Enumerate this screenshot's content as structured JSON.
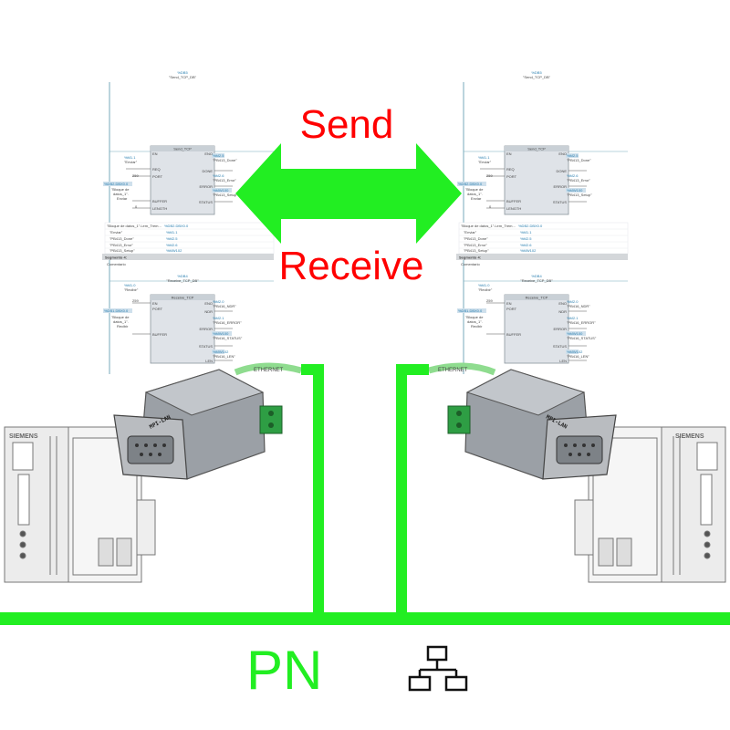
{
  "labels": {
    "send": "Send",
    "receive": "Receive",
    "network": "PN"
  },
  "colors": {
    "network_line": "#22ee22",
    "arrow": "#22ee22",
    "label_red": "#ff0000"
  },
  "icons": {
    "network": "network-topology-icon"
  },
  "left_program": {
    "send_block": {
      "instance": "%DB5",
      "instance_name": "\"Send_TCP_DB\"",
      "type": "Send_TCP",
      "en": "EN",
      "eno": "ENO",
      "req_tag": "%M1.1",
      "req_name": "\"Enviar\"",
      "req_pin": "REQ",
      "port_val": "259",
      "port_pin": "PORT",
      "buffer_addr": "%DB2.DBX0.0",
      "buffer_name1": "\"Bloque de",
      "buffer_name2": "datos_1\".",
      "buffer_name3": "Enviar",
      "buffer_pin": "BUFFER",
      "length_val": "0",
      "length_pin": "LENGTH",
      "done_pin": "DONE",
      "done_addr": "%M2.5",
      "done_name": "\"PB413_Done\"",
      "error_pin": "ERROR",
      "error_addr": "%M2.6",
      "error_name": "\"PB413_Error\"",
      "status_pin": "STATUS",
      "status_addr": "%MW100",
      "status_name": "\"PB413_Setup\""
    },
    "watch_table": {
      "header": "\"Bloque de datos_1\".Lem_Trem...",
      "header_addr": "%DB2.DBX0.0",
      "rows": [
        {
          "name": "\"Enviar\"",
          "addr": "%M1.1"
        },
        {
          "name": "\"PB413_Done\"",
          "addr": "%M2.5"
        },
        {
          "name": "\"PB413_Error\"",
          "addr": "%M2.6"
        },
        {
          "name": "\"PB413_Setup\"",
          "addr": "%MW102"
        }
      ]
    },
    "segment": {
      "title": "Segmento 4:",
      "comment": "Comentario"
    },
    "receive_block": {
      "instance": "%DB4",
      "instance_name": "\"Receive_TCP_DB\"",
      "type": "Receive_TCP",
      "en": "EN",
      "eno": "ENO",
      "en_tag": "%M1.0",
      "en_name": "\"Recibir\"",
      "port_val": "259",
      "port_pin": "PORT",
      "buffer_addr": "%DB1.DBX0.0",
      "buffer_name1": "\"Bloque de",
      "buffer_name2": "datos_1\".",
      "buffer_name3": "Recibir",
      "buffer_pin": "BUFFER",
      "ndr_pin": "NDR",
      "ndr_addr": "%M2.0",
      "ndr_name": "\"PB416_NDR\"",
      "error_pin": "ERROR",
      "error_addr": "%M2.1",
      "error_name": "\"PB416_ERROR\"",
      "status_pin": "STATUS",
      "status_addr": "%MW100",
      "status_name": "\"PB416_STATUS\"",
      "len_pin": "LEN",
      "len_addr": "%MW102",
      "len_name": "\"PB416_LEN\""
    }
  },
  "right_program": {
    "send_block": {
      "instance": "%DB5",
      "instance_name": "\"Send_TCP_DB\"",
      "type": "Send_TCP",
      "en": "EN",
      "eno": "ENO",
      "req_tag": "%M1.1",
      "req_name": "\"Enviar\"",
      "req_pin": "REQ",
      "port_val": "259",
      "port_pin": "PORT",
      "buffer_addr": "%DB2.DBX0.0",
      "buffer_name1": "\"Bloque de",
      "buffer_name2": "datos_1\".",
      "buffer_name3": "Enviar",
      "buffer_pin": "BUFFER",
      "length_val": "0",
      "length_pin": "LENGTH",
      "done_pin": "DONE",
      "done_addr": "%M2.5",
      "done_name": "\"PB413_Done\"",
      "error_pin": "ERROR",
      "error_addr": "%M2.6",
      "error_name": "\"PB413_Error\"",
      "status_pin": "STATUS",
      "status_addr": "%MW100",
      "status_name": "\"PB413_Setup\""
    },
    "watch_table": {
      "header": "\"Bloque de datos_1\".Lem_Trem...",
      "header_addr": "%DB2.DBX0.0",
      "rows": [
        {
          "name": "\"Enviar\"",
          "addr": "%M1.1"
        },
        {
          "name": "\"PB413_Done\"",
          "addr": "%M2.5"
        },
        {
          "name": "\"PB413_Error\"",
          "addr": "%M2.6"
        },
        {
          "name": "\"PB413_Setup\"",
          "addr": "%MW102"
        }
      ]
    },
    "segment": {
      "title": "Segmento 4:",
      "comment": "Comentario"
    },
    "receive_block": {
      "instance": "%DB4",
      "instance_name": "\"Receive_TCP_DB\"",
      "type": "Receive_TCP",
      "en": "EN",
      "eno": "ENO",
      "en_tag": "%M1.0",
      "en_name": "\"Recibir\"",
      "port_val": "259",
      "port_pin": "PORT",
      "buffer_addr": "%DB1.DBX0.0",
      "buffer_name1": "\"Bloque de",
      "buffer_name2": "datos_1\".",
      "buffer_name3": "Recibir",
      "buffer_pin": "BUFFER",
      "ndr_pin": "NDR",
      "ndr_addr": "%M2.0",
      "ndr_name": "\"PB416_NDR\"",
      "error_pin": "ERROR",
      "error_addr": "%M2.1",
      "error_name": "\"PB416_ERROR\"",
      "status_pin": "STATUS",
      "status_addr": "%MW100",
      "status_name": "\"PB416_STATUS\"",
      "len_pin": "LEN",
      "len_addr": "%MW102",
      "len_name": "\"PB416_LEN\""
    }
  },
  "adapters": {
    "left": {
      "brand": "MPI-LAN",
      "cable_text": "ETHERNET"
    },
    "right": {
      "brand": "MPI-LAN",
      "cable_text": "ETHERNET"
    }
  },
  "plcs": {
    "left": {
      "brand": "SIEMENS"
    },
    "right": {
      "brand": "SIEMENS"
    }
  }
}
